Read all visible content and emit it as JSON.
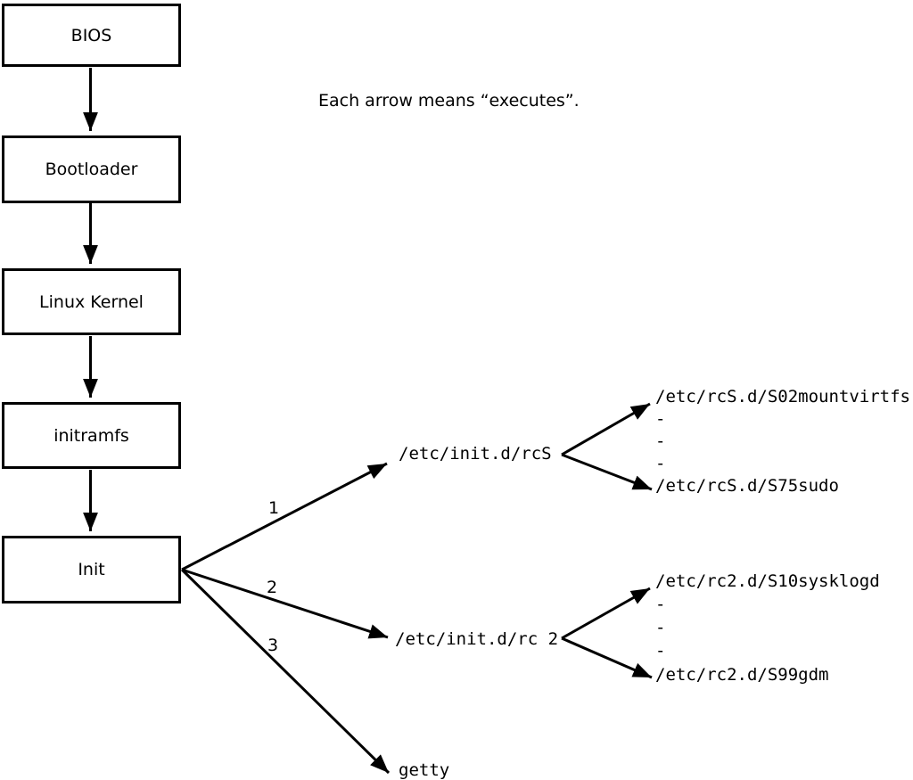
{
  "colors": {
    "line": "#000000",
    "background": "#ffffff"
  },
  "note": "Each arrow means “executes”.",
  "boxes": [
    {
      "label": "BIOS"
    },
    {
      "label": "Bootloader"
    },
    {
      "label": "Linux Kernel"
    },
    {
      "label": "initramfs"
    },
    {
      "label": "Init"
    }
  ],
  "init_arrows": [
    {
      "label": "1",
      "target": "/etc/init.d/rcS"
    },
    {
      "label": "2",
      "target": "/etc/init.d/rc 2"
    },
    {
      "label": "3",
      "target": "getty"
    }
  ],
  "rcS_children": [
    "/etc/rcS.d/S02mountvirtfs",
    "-",
    "-",
    "-",
    "/etc/rcS.d/S75sudo"
  ],
  "rc2_children": [
    "/etc/rc2.d/S10sysklogd",
    "-",
    "-",
    "-",
    "/etc/rc2.d/S99gdm"
  ]
}
